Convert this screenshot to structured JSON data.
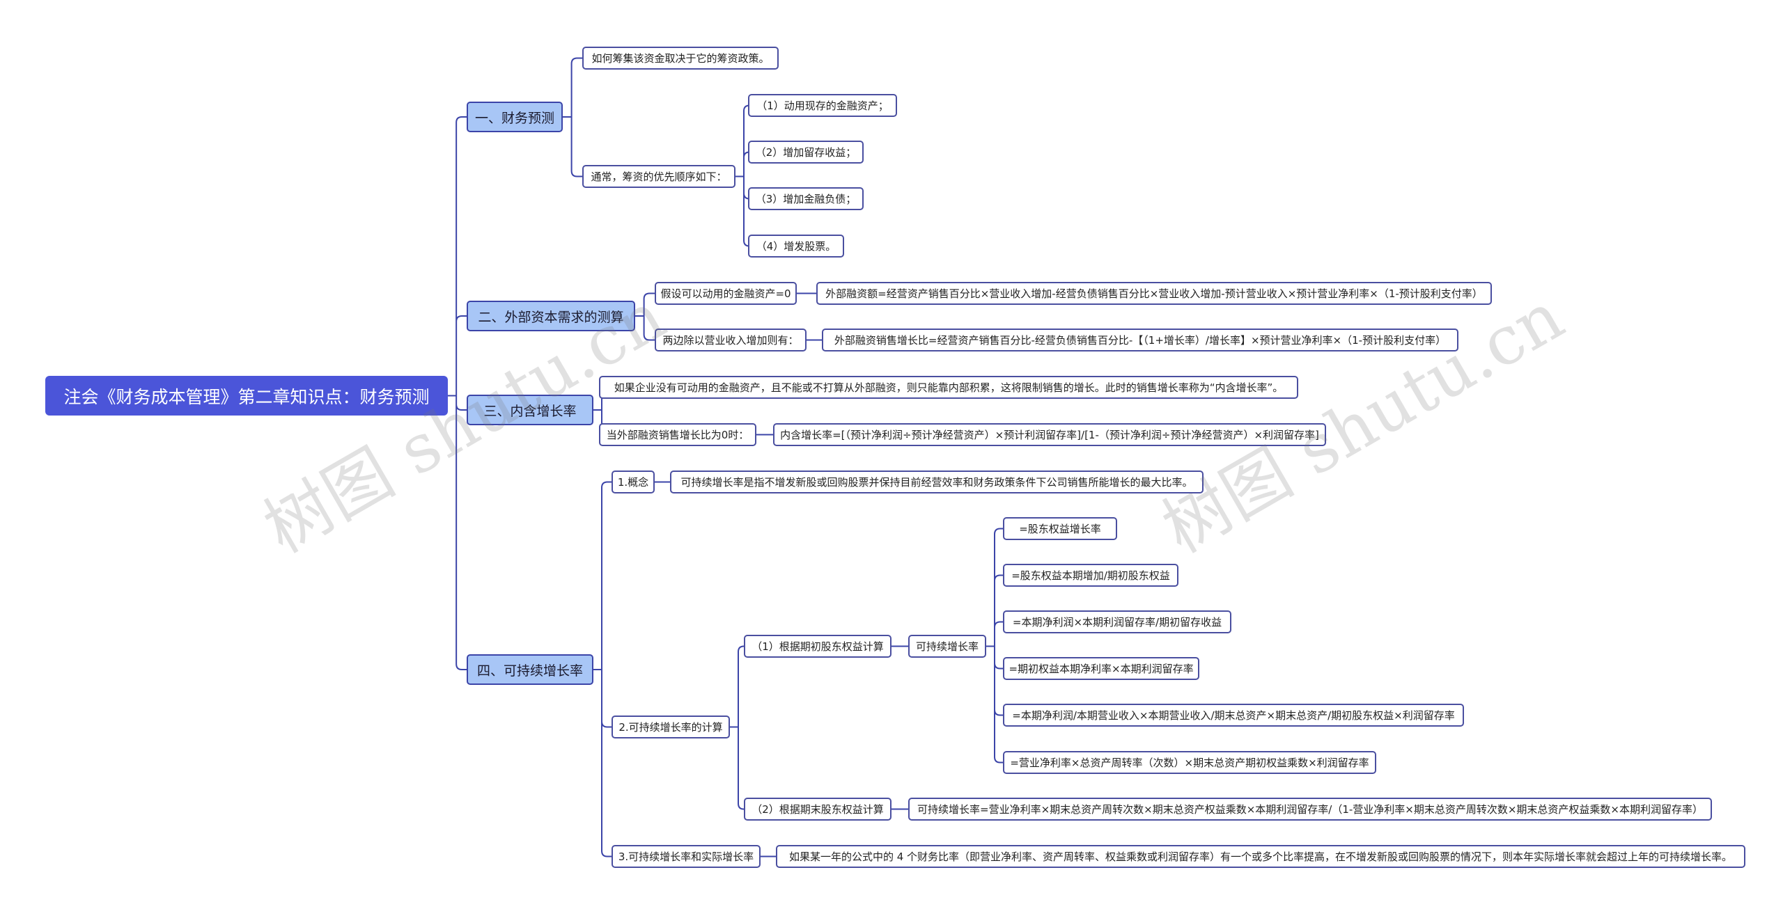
{
  "root": "注会《财务成本管理》第二章知识点：财务预测",
  "sections": {
    "s1": {
      "title": "一、财务预测",
      "a": "如何筹集该资金取决于它的筹资政策。",
      "b": "通常，筹资的优先顺序如下：",
      "b1": "（1）动用现存的金融资产；",
      "b2": "（2）增加留存收益；",
      "b3": "（3）增加金融负债；",
      "b4": "（4）增发股票。"
    },
    "s2": {
      "title": "二、外部资本需求的测算",
      "a": "假设可以动用的金融资产=0",
      "a1": "外部融资额=经营资产销售百分比×营业收入增加-经营负债销售百分比×营业收入增加-预计营业收入×预计营业净利率×（1-预计股利支付率）",
      "b": "两边除以营业收入增加则有：",
      "b1": "外部融资销售增长比=经营资产销售百分比-经营负债销售百分比-【（1+增长率）/增长率】×预计营业净利率×（1-预计股利支付率）"
    },
    "s3": {
      "title": "三、内含增长率",
      "a": "如果企业没有可动用的金融资产，且不能或不打算从外部融资，则只能靠内部积累，这将限制销售的增长。此时的销售增长率称为“内含增长率”。",
      "b": "当外部融资销售增长比为0时：",
      "b1": "内含增长率=[（预计净利润÷预计净经营资产）×预计利润留存率]/[1-（预计净利润÷预计净经营资产）×利润留存率]"
    },
    "s4": {
      "title": "四、可持续增长率",
      "c1": "1.概念",
      "c1a": "可持续增长率是指不增发新股或回购股票并保持目前经营效率和财务政策条件下公司销售所能增长的最大比率。",
      "c2": "2.可持续增长率的计算",
      "c2a": "（1）根据期初股东权益计算",
      "c2a_mid": "可持续增长率",
      "f1": "=股东权益增长率",
      "f2": "=股东权益本期增加/期初股东权益",
      "f3": "=本期净利润×本期利润留存率/期初留存收益",
      "f4": "=期初权益本期净利率×本期利润留存率",
      "f5": "=本期净利润/本期营业收入×本期营业收入/期末总资产×期末总资产/期初股东权益×利润留存率",
      "f6": "=营业净利率×总资产周转率（次数）×期末总资产期初权益乘数×利润留存率",
      "c2b": "（2）根据期末股东权益计算",
      "c2b1": "可持续增长率=营业净利率×期末总资产周转次数×期末总资产权益乘数×本期利润留存率/（1-营业净利率×期末总资产周转次数×期末总资产权益乘数×本期利润留存率）",
      "c3": "3.可持续增长率和实际增长率",
      "c3a": "如果某一年的公式中的 4 个财务比率（即营业净利率、资产周转率、权益乘数或利润留存率）有一个或多个比率提高，在不增发新股或回购股票的情况下，则本年实际增长率就会超过上年的可持续增长率。"
    }
  },
  "watermarks": [
    "树图 shutu.cn",
    "树图 shutu.cn"
  ],
  "colors": {
    "root_bg": "#4b55d9",
    "branch_bg": "#a8c6f6",
    "line": "#3b44a8"
  }
}
